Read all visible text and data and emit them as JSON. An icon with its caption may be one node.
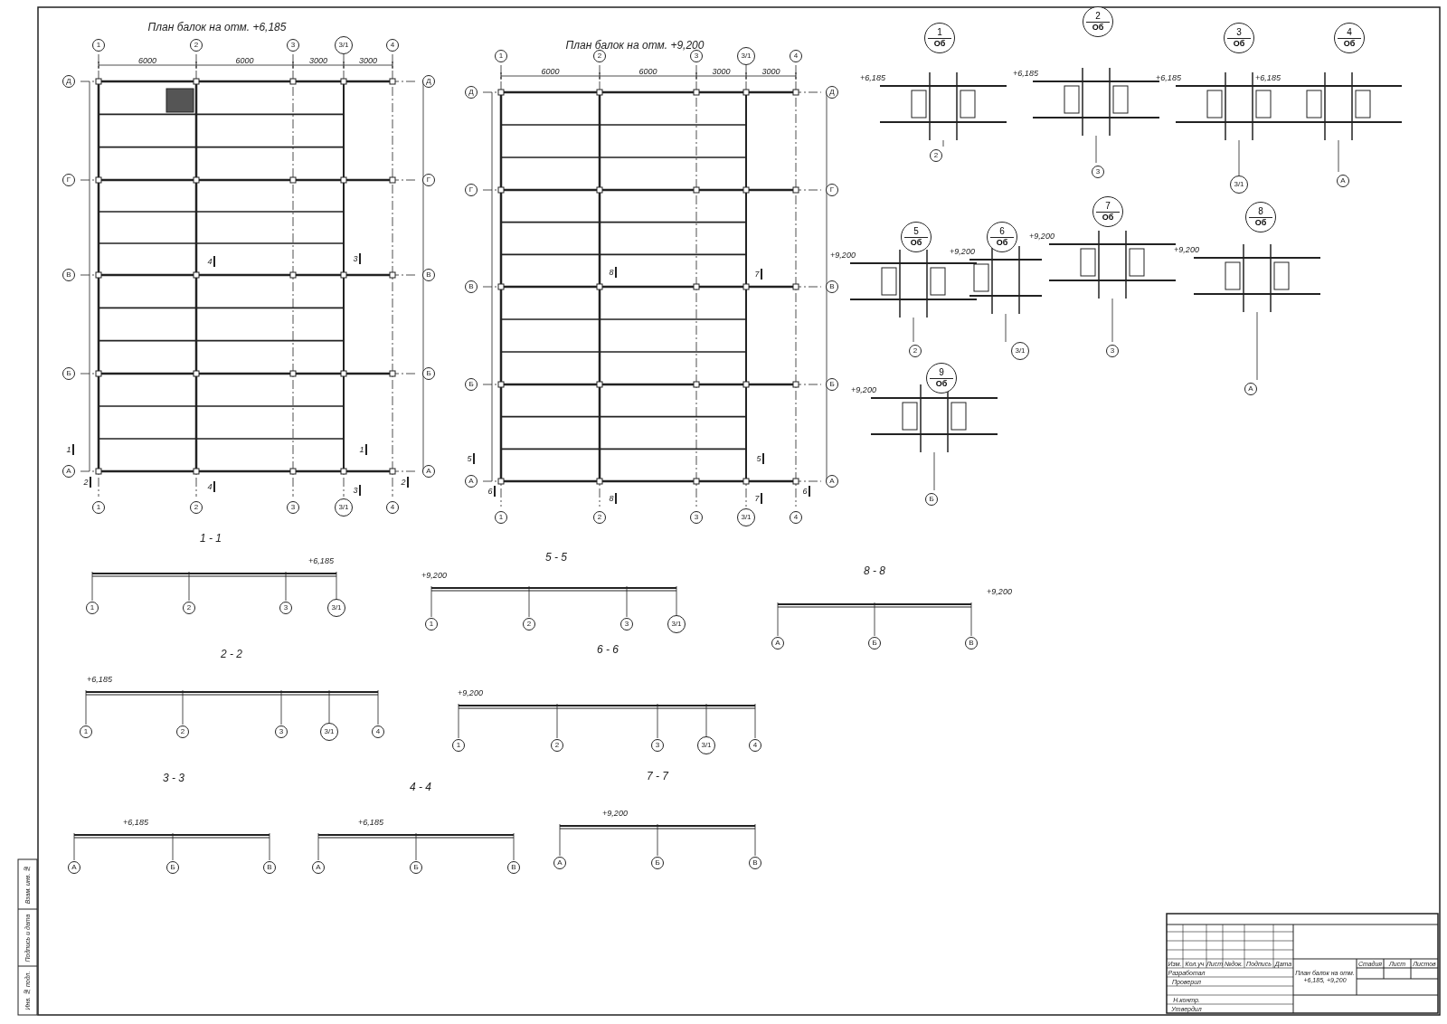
{
  "diagram": {
    "nodes": [
      {
        "text": [
          "1",
          "Об"
        ]
      },
      {
        "text": [
          "2",
          "Об"
        ]
      },
      {
        "text": [
          "3",
          "Об"
        ]
      },
      {
        "text": [
          "4",
          "Об"
        ]
      },
      {
        "text": [
          "5",
          "Об"
        ]
      },
      {
        "text": [
          "6",
          "Об"
        ]
      },
      {
        "text": [
          "7",
          "Об"
        ]
      },
      {
        "text": [
          "8",
          "Об"
        ]
      },
      {
        "text": [
          "9",
          "Об"
        ]
      }
    ],
    "labels": [
      "План балок на отм. +6,185",
      "1",
      "2",
      "3",
      "3/1",
      "4",
      "6000",
      "6000",
      "3000",
      "3000",
      "Д",
      "Г",
      "В",
      "Б",
      "А",
      "Д",
      "Г",
      "В",
      "Б",
      "А",
      "1",
      "2",
      "3",
      "3/1",
      "4",
      "1",
      "1",
      "2",
      "2",
      "3",
      "3",
      "4",
      "4",
      "План балок на отм. +9,200",
      "1",
      "2",
      "3",
      "3/1",
      "4",
      "6000",
      "6000",
      "3000",
      "3000",
      "Д",
      "Г",
      "В",
      "Б",
      "А",
      "Д",
      "Г",
      "В",
      "Б",
      "А",
      "1",
      "2",
      "3",
      "3/1",
      "4",
      "5",
      "5",
      "6",
      "6",
      "7",
      "7",
      "8",
      "8",
      "1 - 1",
      "+6,185",
      "1",
      "2",
      "3",
      "3/1",
      "5 - 5",
      "+9,200",
      "1",
      "2",
      "3",
      "3/1",
      "8 - 8",
      "+9,200",
      "А",
      "Б",
      "В",
      "2 - 2",
      "+6,185",
      "1",
      "2",
      "3",
      "3/1",
      "4",
      "6 - 6",
      "+9,200",
      "1",
      "2",
      "3",
      "3/1",
      "4",
      "3 - 3",
      "+6,185",
      "А",
      "Б",
      "В",
      "4 - 4",
      "+6,185",
      "А",
      "Б",
      "В",
      "7 - 7",
      "+9,200",
      "А",
      "Б",
      "В",
      "+6,185",
      "2",
      "+6,185",
      "3",
      "+6,185",
      "3/1",
      "+6,185",
      "А",
      "+9,200",
      "2",
      "+9,200",
      "3/1",
      "+9,200",
      "3",
      "+9,200",
      "А",
      "+9,200",
      "Б",
      "Изм.",
      "Кол.уч",
      "Лист",
      "№док.",
      "Подпись",
      "Дата",
      "Разработал",
      "Проверил",
      "Н.контр.",
      "Утвердил",
      "План балок на отм. +6,185, +9,200",
      "Стадия",
      "Лист",
      "Листов",
      "Взам. инв. №",
      "Подпись и дата",
      "Инв. № подл."
    ]
  }
}
